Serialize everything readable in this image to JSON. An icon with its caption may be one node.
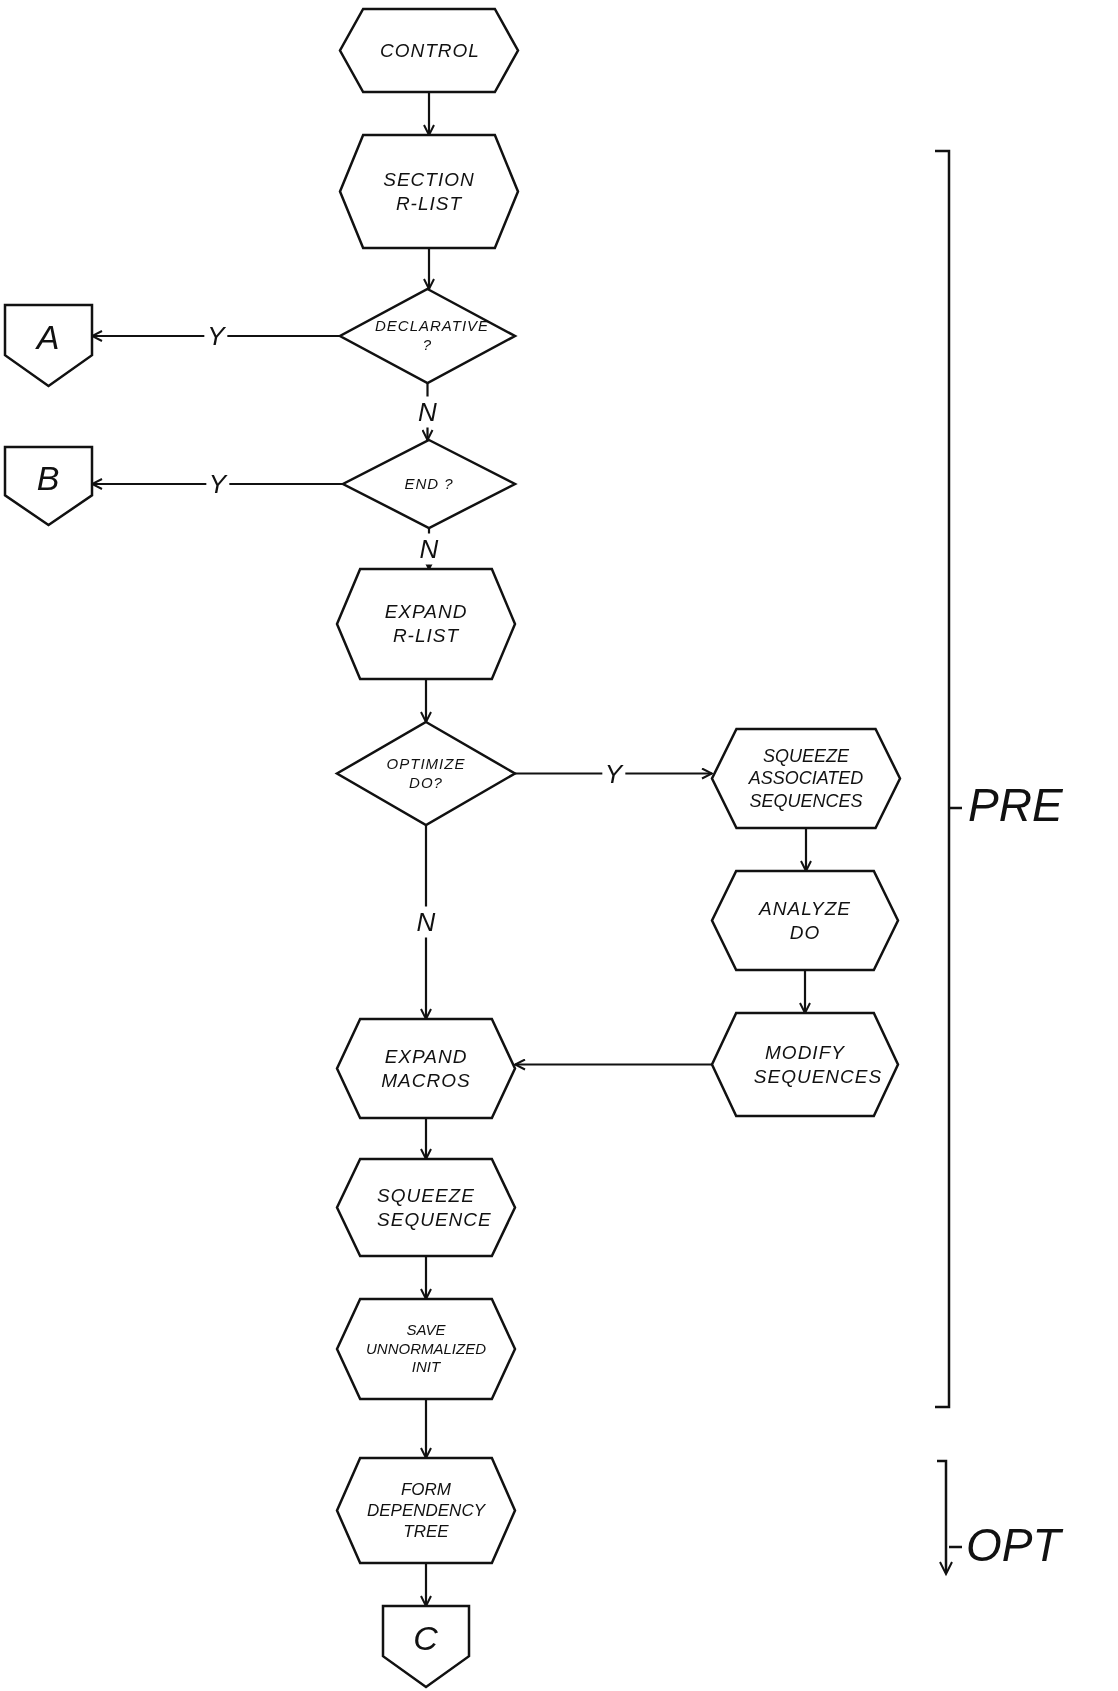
{
  "diagram": {
    "nodes": [
      {
        "text": [
          "CONTROL"
        ]
      },
      {
        "text": [
          "SECTION R-LIST"
        ]
      },
      {
        "text": [
          "DECLARATIVE ?"
        ]
      },
      {
        "text": [
          "A"
        ]
      },
      {
        "text": [
          "END ?"
        ]
      },
      {
        "text": [
          "B"
        ]
      },
      {
        "text": [
          "EXPAND R-LIST"
        ]
      },
      {
        "text": [
          "OPTIMIZE DO?"
        ]
      },
      {
        "text": [
          "SQUEEZE ASSOCIATED SEQUENCES"
        ]
      },
      {
        "text": [
          "ANALYZE DO"
        ]
      },
      {
        "text": [
          "MODIFY SEQUENCES"
        ]
      },
      {
        "text": [
          "EXPAND MACROS"
        ]
      },
      {
        "text": [
          "SQUEEZE SEQUENCE"
        ]
      },
      {
        "text": [
          "SAVE UNNORMALIZED INIT"
        ]
      },
      {
        "text": [
          "FORM DEPENDENCY TREE"
        ]
      },
      {
        "text": [
          "C"
        ]
      }
    ],
    "edges": [
      {
        "from": 0,
        "to": 1,
        "arrow": "to"
      },
      {
        "from": 1,
        "to": 2,
        "arrow": "to"
      },
      {
        "from": 2,
        "to": 3,
        "label": "Y",
        "arrow": "to"
      },
      {
        "from": 2,
        "to": 4,
        "label": "N",
        "arrow": "to"
      },
      {
        "from": 4,
        "to": 5,
        "label": "Y",
        "arrow": "to"
      },
      {
        "from": 4,
        "to": 6,
        "label": "N",
        "arrow": "to"
      },
      {
        "from": 6,
        "to": 7,
        "arrow": "to"
      },
      {
        "from": 7,
        "to": 8,
        "label": "Y",
        "arrow": "to"
      },
      {
        "from": 7,
        "to": 11,
        "label": "N",
        "arrow": "to"
      },
      {
        "from": 8,
        "to": 9,
        "arrow": "to"
      },
      {
        "from": 9,
        "to": 10,
        "arrow": "to"
      },
      {
        "from": 10,
        "to": 11,
        "arrow": "to"
      },
      {
        "from": 11,
        "to": 12,
        "arrow": "to"
      },
      {
        "from": 12,
        "to": 13,
        "arrow": "to"
      },
      {
        "from": 13,
        "to": 14,
        "arrow": "to"
      },
      {
        "from": 14,
        "to": 15,
        "arrow": "to"
      }
    ],
    "labels": [
      "PRE",
      "OPT"
    ]
  }
}
